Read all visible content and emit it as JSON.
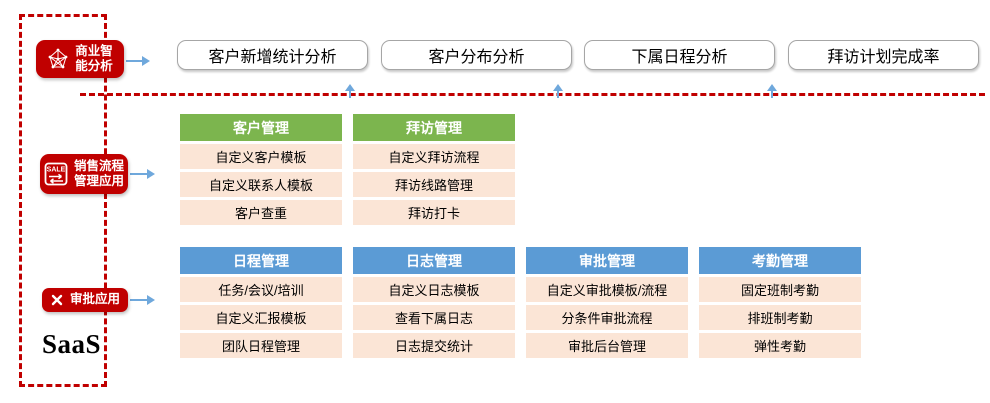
{
  "colors": {
    "accent_red": "#C00000",
    "table_header_green": "#7CB54E",
    "table_header_blue": "#5B9BD5",
    "table_row_bg": "#FBE5D6",
    "arrow_blue": "#6FA8DC",
    "box_border_gray": "#A6A6A6"
  },
  "left_panel": {
    "bi_label": {
      "line1": "商业智",
      "line2": "能分析",
      "icon": "network-icon"
    },
    "sales_label": {
      "line1": "销售流程",
      "line2": "管理应用",
      "icon": "sale-tag-icon",
      "icon_text": "SALE"
    },
    "approval_label": {
      "text": "审批应用",
      "icon": "crossed-tools-icon"
    },
    "saas_text": "SaaS"
  },
  "bi_boxes": [
    "客户新增统计分析",
    "客户分布分析",
    "下属日程分析",
    "拜访计划完成率"
  ],
  "sales_tables": [
    {
      "title": "客户管理",
      "rows": [
        "自定义客户模板",
        "自定义联系人模板",
        "客户查重"
      ]
    },
    {
      "title": "拜访管理",
      "rows": [
        "自定义拜访流程",
        "拜访线路管理",
        "拜访打卡"
      ]
    }
  ],
  "approval_tables": [
    {
      "title": "日程管理",
      "rows": [
        "任务/会议/培训",
        "自定义汇报模板",
        "团队日程管理"
      ]
    },
    {
      "title": "日志管理",
      "rows": [
        "自定义日志模板",
        "查看下属日志",
        "日志提交统计"
      ]
    },
    {
      "title": "审批管理",
      "rows": [
        "自定义审批模板/流程",
        "分条件审批流程",
        "审批后台管理"
      ]
    },
    {
      "title": "考勤管理",
      "rows": [
        "固定班制考勤",
        "排班制考勤",
        "弹性考勤"
      ]
    }
  ]
}
